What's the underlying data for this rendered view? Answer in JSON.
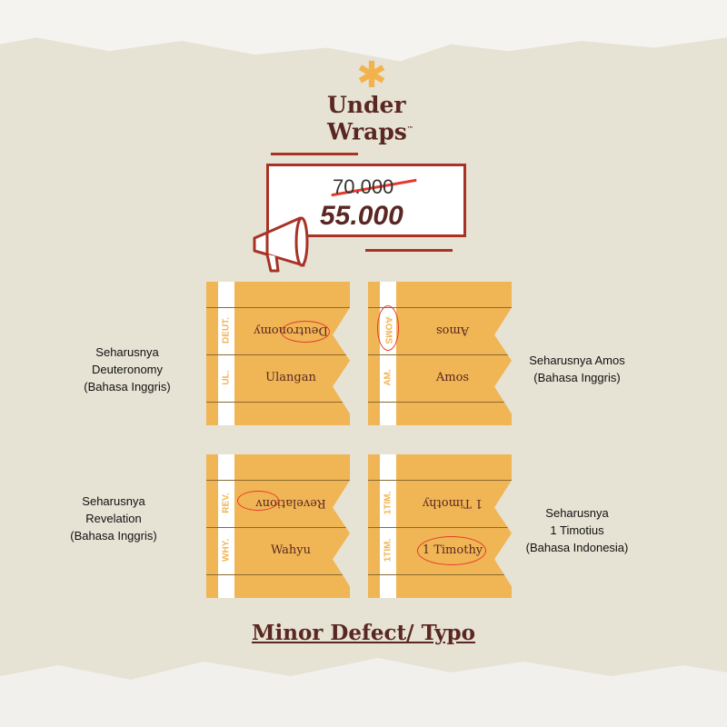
{
  "brand": {
    "line1": "Under",
    "line2": "Wraps",
    "tm": "™"
  },
  "price": {
    "old": "70.000",
    "new": "55.000"
  },
  "cards": [
    {
      "top": "Deutronomy",
      "top_tag": "DEUT.",
      "bottom": "Ulangan",
      "bottom_tag": "UL."
    },
    {
      "top": "Amos",
      "top_tag": "AOMS",
      "bottom": "Amos",
      "bottom_tag": "AM."
    },
    {
      "top": "Revelationv",
      "top_tag": "REV.",
      "bottom": "Wahyu",
      "bottom_tag": "WHY."
    },
    {
      "top": "1 Timothy",
      "top_tag": "1TIM.",
      "bottom": "1 Timothy",
      "bottom_tag": "1TIM."
    }
  ],
  "notes": [
    {
      "l1": "Seharusnya",
      "l2": "Deuteronomy",
      "l3": "(Bahasa Inggris)"
    },
    {
      "l1": "Seharusnya Amos",
      "l2": "(Bahasa Inggris)"
    },
    {
      "l1": "Seharusnya",
      "l2": "Revelation",
      "l3": "(Bahasa Inggris)"
    },
    {
      "l1": "Seharusnya",
      "l2": "1 Timotius",
      "l3": "(Bahasa Indonesia)"
    }
  ],
  "title": "Minor Defect/ Typo",
  "colors": {
    "tab": "#f0b554",
    "brand": "#5a2723",
    "accent": "#a93226"
  }
}
